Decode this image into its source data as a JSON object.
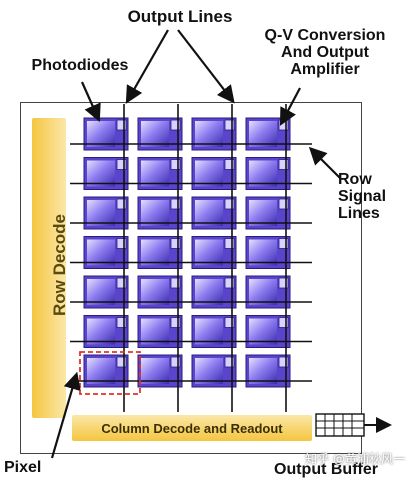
{
  "labels": {
    "output_lines": "Output Lines",
    "qv_conversion": "Q-V Conversion\nAnd Output\nAmplifier",
    "photodiodes": "Photodiodes",
    "row_signal_lines": "Row\nSignal\nLines",
    "row_decode": "Row Decode",
    "column_decode": "Column Decode and Readout",
    "pixel": "Pixel",
    "output_buffer": "Output Buffer"
  },
  "watermark": "知乎 @黄浦秋风一",
  "grid": {
    "rows": 7,
    "columns": 4
  },
  "colors": {
    "decode_bar": "#f4c640",
    "pixel_cell": "#6a4fd8",
    "pixel_highlight": "#d9d6ff",
    "pixel_selected_outline": "#e0332a",
    "lines": "#111111"
  }
}
